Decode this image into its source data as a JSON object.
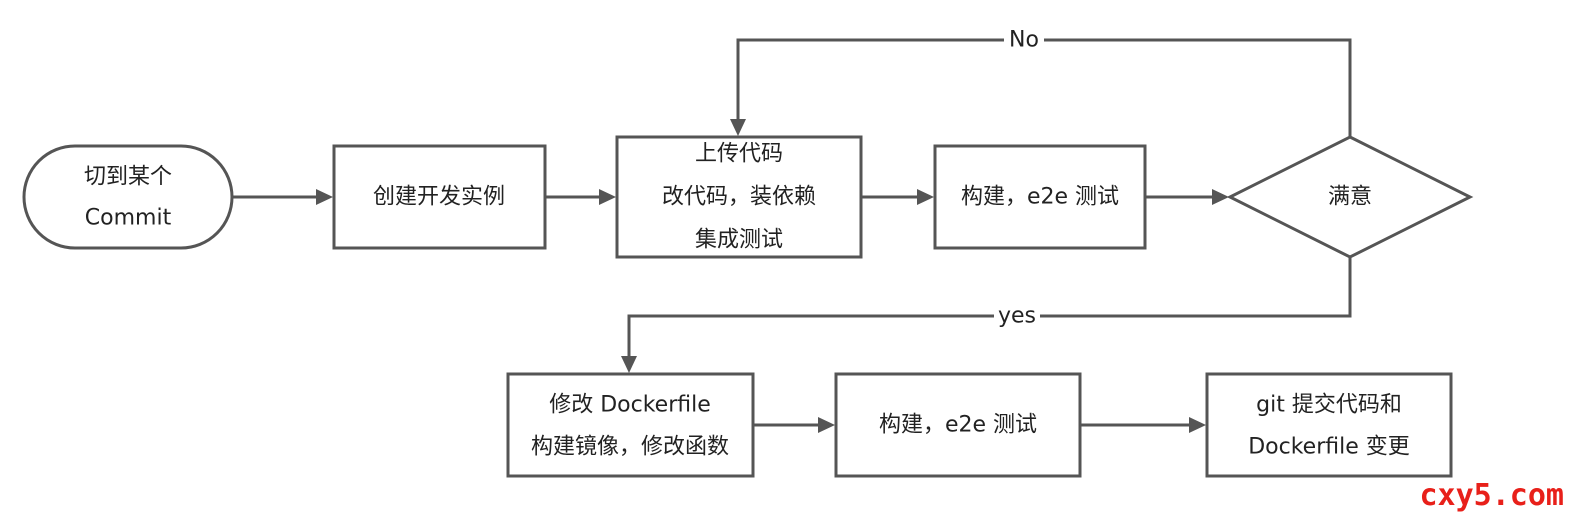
{
  "nodes": {
    "start": {
      "lines": [
        "切到某个",
        "Commit"
      ]
    },
    "create_instance": {
      "lines": [
        "创建开发实例"
      ]
    },
    "upload_code": {
      "lines": [
        "上传代码",
        "改代码，装依赖",
        "集成测试"
      ]
    },
    "build_test_1": {
      "lines": [
        "构建，e2e 测试"
      ]
    },
    "satisfied": {
      "lines": [
        "满意"
      ]
    },
    "modify_dockerfile": {
      "lines": [
        "修改 Dockerfile",
        "构建镜像，修改函数"
      ]
    },
    "build_test_2": {
      "lines": [
        "构建，e2e 测试"
      ]
    },
    "git_commit": {
      "lines": [
        "git 提交代码和",
        "Dockerfile 变更"
      ]
    }
  },
  "edges": {
    "no_label": "No",
    "yes_label": "yes"
  },
  "watermark": "cxy5.com",
  "colors": {
    "stroke": "#555555",
    "text": "#222222",
    "watermark": "#e8201a"
  }
}
